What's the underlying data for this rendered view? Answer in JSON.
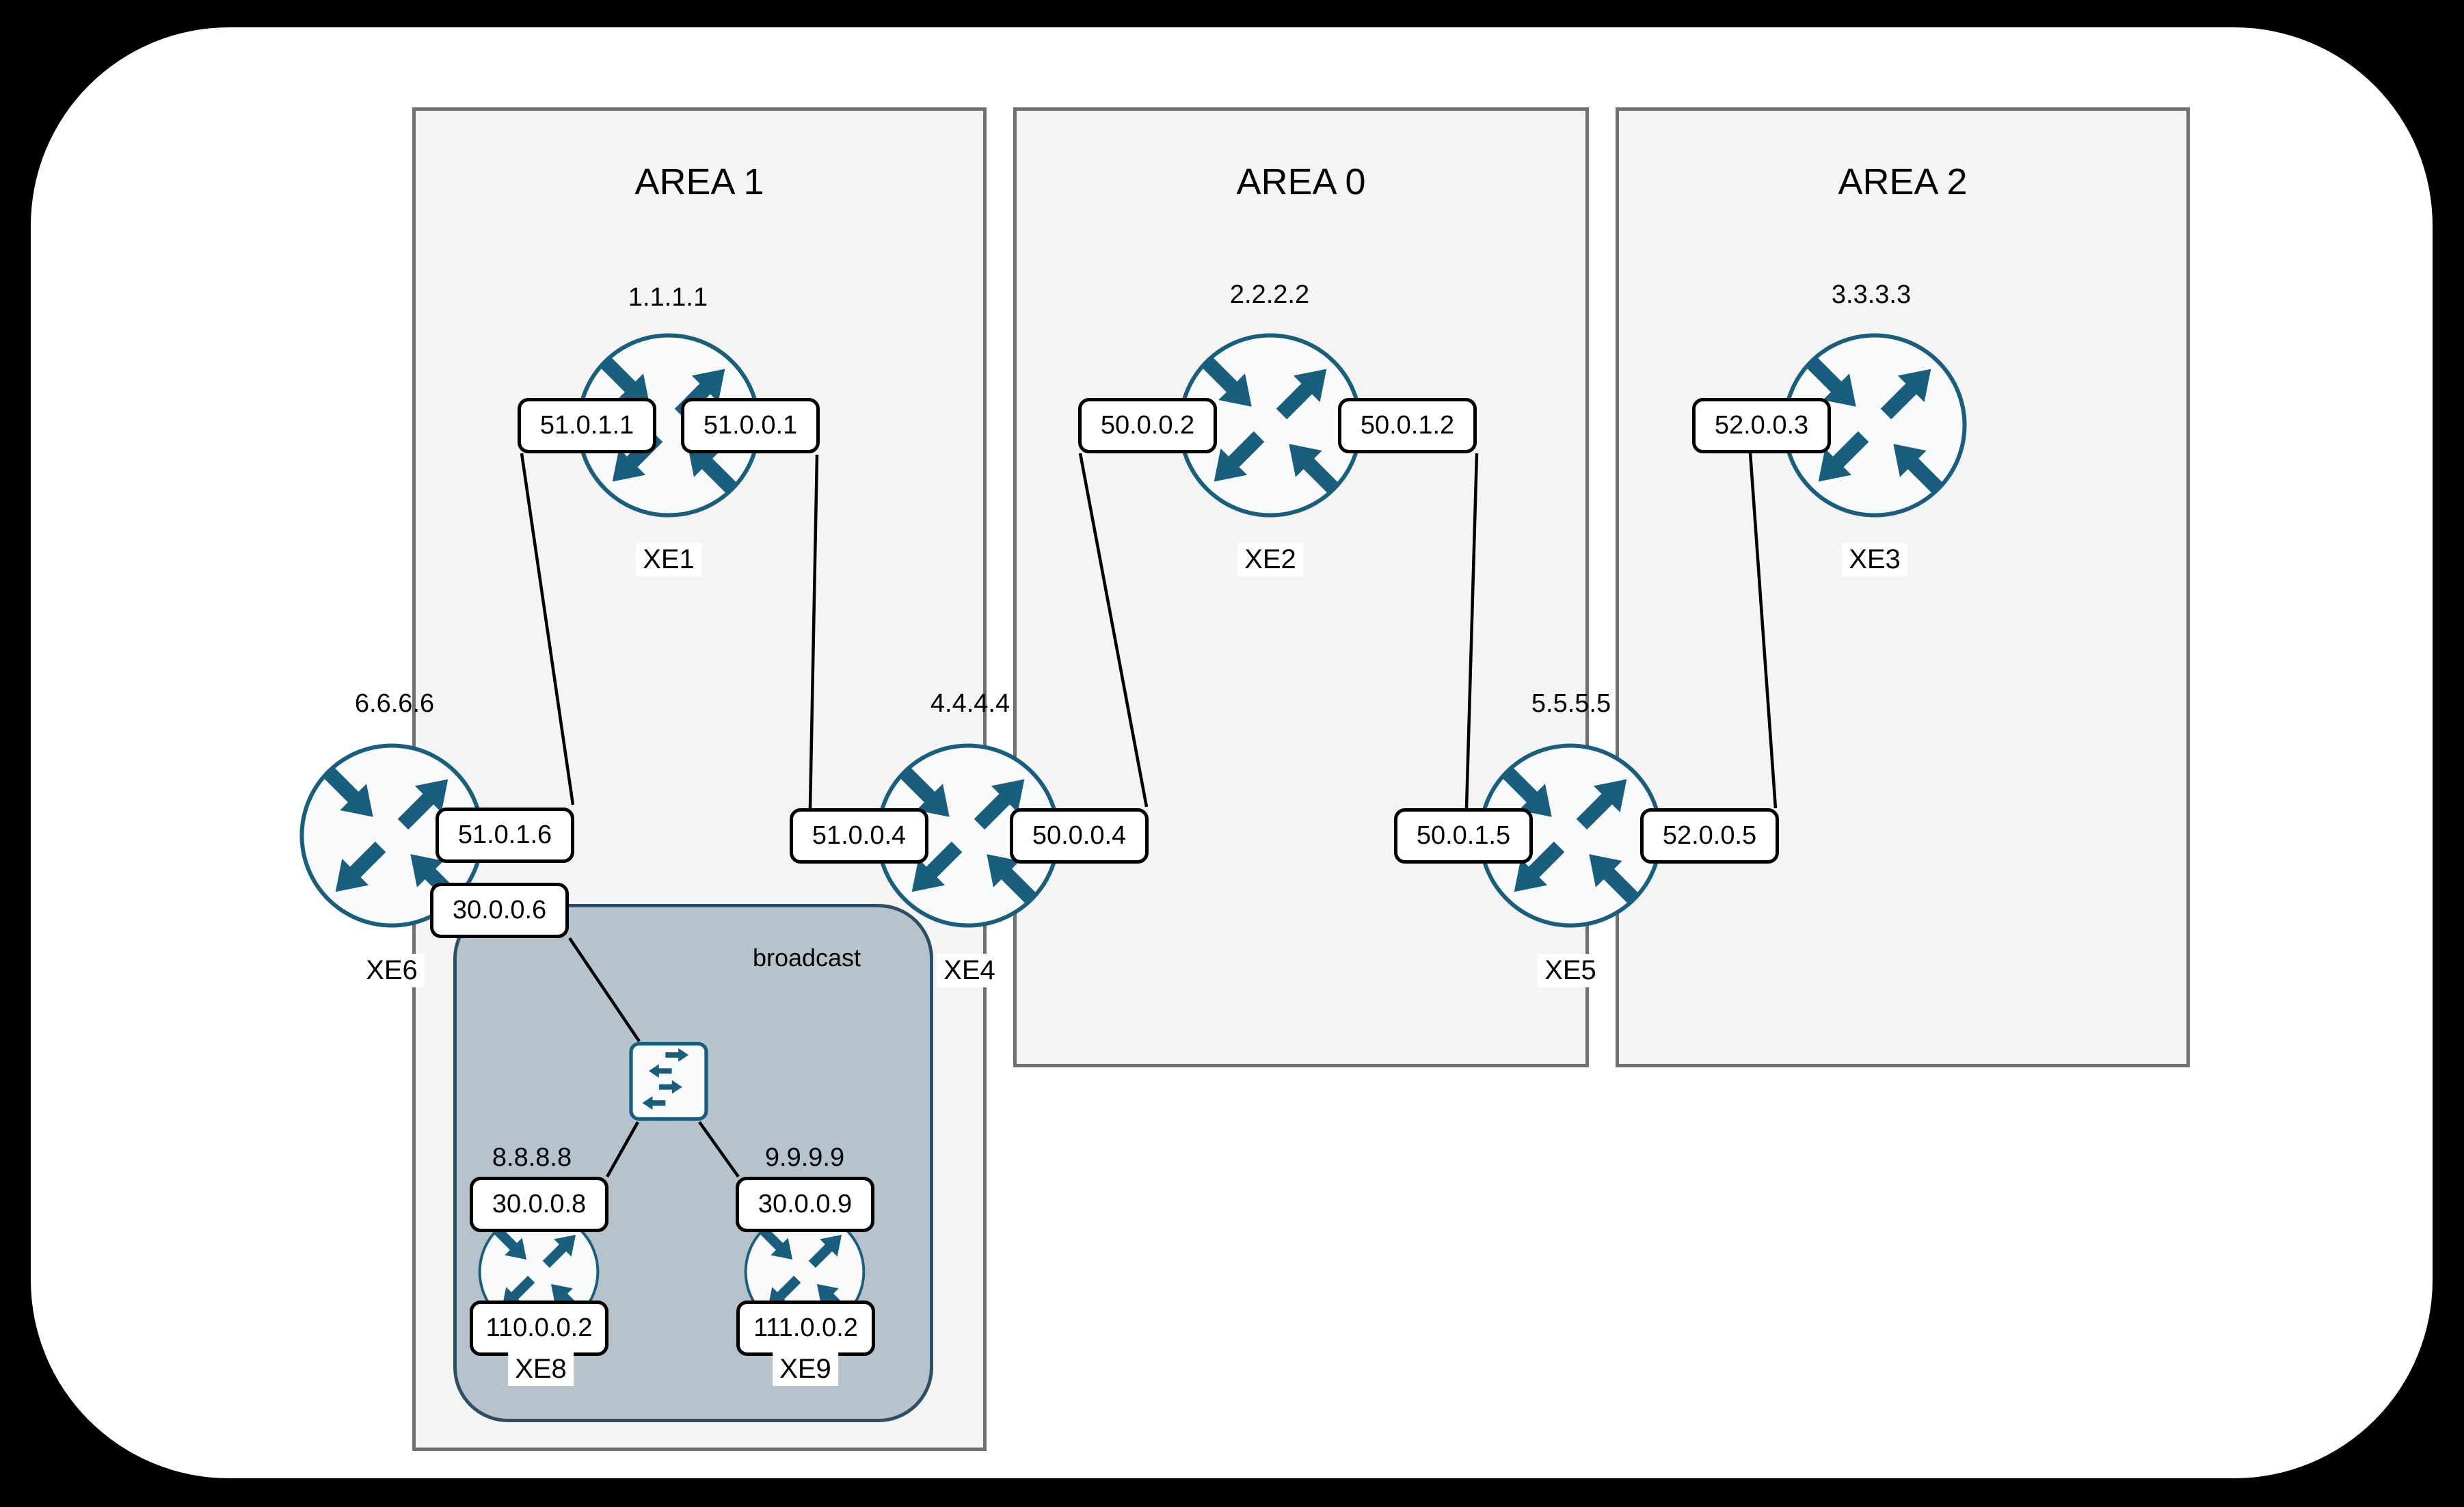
{
  "areas": [
    {
      "title": "AREA 1"
    },
    {
      "title": "AREA 0"
    },
    {
      "title": "AREA 2"
    }
  ],
  "broadcast": {
    "label": "broadcast"
  },
  "routers": {
    "xe1": {
      "name": "XE1",
      "id": "1.1.1.1",
      "if_left": "51.0.1.1",
      "if_right": "51.0.0.1"
    },
    "xe2": {
      "name": "XE2",
      "id": "2.2.2.2",
      "if_left": "50.0.0.2",
      "if_right": "50.0.1.2"
    },
    "xe3": {
      "name": "XE3",
      "id": "3.3.3.3",
      "if_left": "52.0.0.3"
    },
    "xe4": {
      "name": "XE4",
      "id": "4.4.4.4",
      "if_left": "51.0.0.4",
      "if_right": "50.0.0.4"
    },
    "xe5": {
      "name": "XE5",
      "id": "5.5.5.5",
      "if_left": "50.0.1.5",
      "if_right": "52.0.0.5"
    },
    "xe6": {
      "name": "XE6",
      "id": "6.6.6.6",
      "if_right_top": "51.0.1.6",
      "if_right_bottom": "30.0.0.6"
    },
    "xe8": {
      "name": "XE8",
      "id": "8.8.8.8",
      "if_top": "30.0.0.8",
      "if_bottom": "110.0.0.2"
    },
    "xe9": {
      "name": "XE9",
      "id": "9.9.9.9",
      "if_top": "30.0.0.9",
      "if_bottom": "111.0.0.2"
    }
  },
  "icons": {
    "router": "router-icon",
    "switch": "switch-icon"
  },
  "colors": {
    "accent_teal": "#1a5e7e",
    "area_fill": "#f4f4f4",
    "area_border": "#707070",
    "broadcast_fill": "#b6c3cd",
    "broadcast_border": "#2e4e63",
    "label_border": "#000000",
    "link_line": "#000000",
    "panel": "#ffffff",
    "page_background": "#000000"
  }
}
